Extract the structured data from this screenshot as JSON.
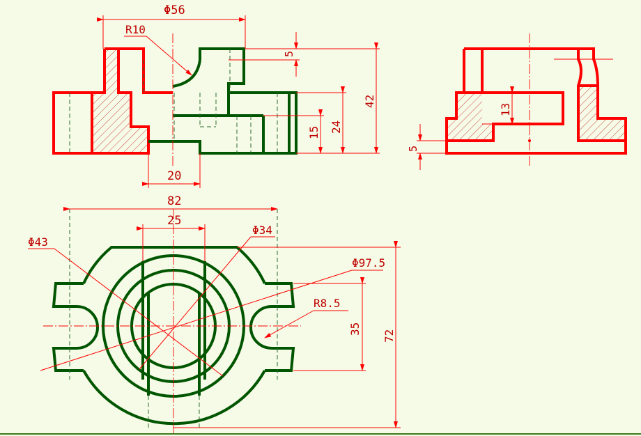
{
  "drawing": {
    "colors": {
      "background": "#f5fbe6",
      "red_outline": "#ff0000",
      "green_outline": "#005500",
      "dimension_text": "#c00000"
    },
    "front_view": {
      "dimensions": {
        "dia56": "Φ56",
        "r10": "R10",
        "five": "5",
        "fortytwo": "42",
        "twentyfour": "24",
        "fifteen": "15",
        "twenty": "20"
      }
    },
    "side_view": {
      "dimensions": {
        "thirteen": "13",
        "five": "5"
      }
    },
    "top_view": {
      "dimensions": {
        "eightytwo": "82",
        "twentyfive": "25",
        "dia43": "Φ43",
        "dia34": "Φ34",
        "dia975": "Φ97.5",
        "r85": "R8.5",
        "thirtyfive": "35",
        "seventytwo": "72"
      }
    }
  }
}
